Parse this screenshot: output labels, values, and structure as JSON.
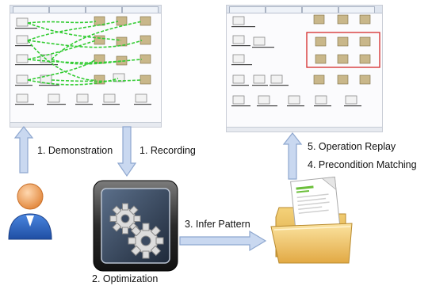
{
  "steps": {
    "demonstration": "1. Demonstration",
    "recording": "1. Recording",
    "optimization": "2. Optimization",
    "infer_pattern": "3. Infer Pattern",
    "operation_replay": "5. Operation Replay",
    "precondition_matching": "4. Precondition Matching"
  },
  "colors": {
    "arrow_fill": "#c9d8f0",
    "arrow_stroke": "#8ea7cf",
    "green_link": "#33cc33",
    "highlight_red": "#d42a2a",
    "user_body": "#2f67c4",
    "user_head": "#f4a86a"
  },
  "icons": [
    "user-icon",
    "gear-icon",
    "folder-icon",
    "arrow-up-icon",
    "arrow-down-icon",
    "arrow-right-icon"
  ]
}
